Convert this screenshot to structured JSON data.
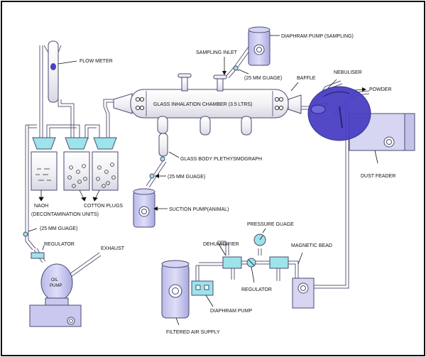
{
  "colors": {
    "equipment_fill": "#c9c9ef",
    "equipment_stroke": "#4a4a70",
    "pump_disc_fill": "#4a3fc4",
    "water_fill": "#9ce3ea",
    "tube": "#5b5b78",
    "frame": "#111111",
    "label": "#111111"
  },
  "labels": {
    "flow_meter": "FLOW METER",
    "diaphram_pump_sampling": "DIAPHRAM PUMP (SAMPLING)",
    "sampling_inlet": "SAMPLING INLET",
    "guage_25mm_top": "(25 MM GUAGE)",
    "baffle": "BAFFLE",
    "nebuliser": "NEBULISER",
    "powder": "POWDER",
    "glass_chamber": "GLASS INHALATION CHAMBER (3.5 LTRS)",
    "plethysmograph": "GLASS BODY PLETHYSMOGRAPH",
    "guage_25mm_mid": "(25 MM GUAGE)",
    "dust_feeder": "DUST FEADER",
    "naoh": "NAOH",
    "cotton_plugs": "COTTON PLUGS",
    "decontamination_units": "(DECONTAMINATION UNITS)",
    "suction_pump": "SUCTION PUMP(ANIMAL)",
    "pressure_guage": "PRESSURE GUAGE",
    "guage_25mm_left": "(25 MM GUAGE)",
    "dehumidifier": "DEHUMIDIFIER",
    "magnetic_bead": "MAGNETIC BEAD",
    "regulator_left": "REGULATOR",
    "exhaust": "EXHAUST",
    "oil_pump_line1": "OIL",
    "oil_pump_line2": "PUMP",
    "regulator_bottom": "REGULATOR",
    "diaphram_pump": "DIAPHRAM PUMP",
    "filtered_air_supply": "FILTERED AIR SUPPLY"
  },
  "icons": [
    "flow-meter-icon",
    "pump-icon",
    "chamber-icon",
    "bottle-icon",
    "gauge-icon",
    "regulator-icon",
    "dehumidifier-icon",
    "dust-feeder-icon",
    "oil-pump-icon"
  ]
}
